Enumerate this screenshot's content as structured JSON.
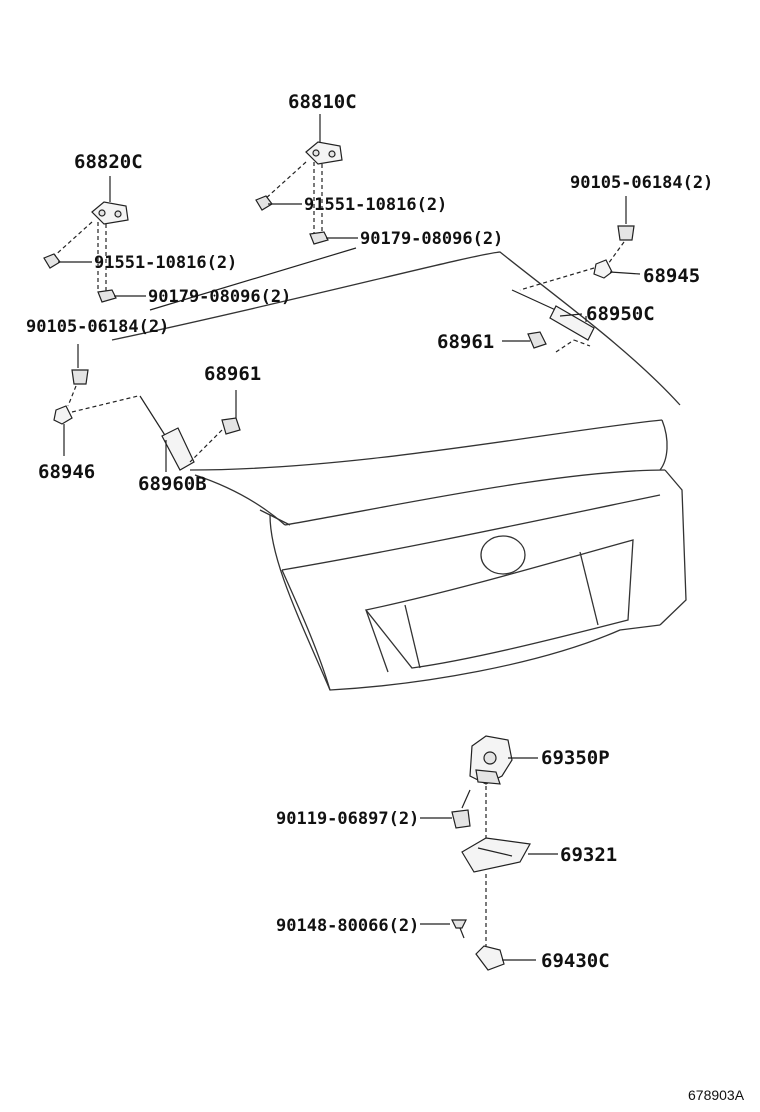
{
  "diagram_code": "678903A",
  "labels": {
    "p68810C": "68810C",
    "p68820C": "68820C",
    "p90105_top_right": "90105-06184(2)",
    "p91551_mid": "91551-10816(2)",
    "p90179_mid": "90179-08096(2)",
    "p68945": "68945",
    "p91551_left": "91551-10816(2)",
    "p90179_left": "90179-08096(2)",
    "p68950C": "68950C",
    "p90105_left": "90105-06184(2)",
    "p68961_right": "68961",
    "p68961_left": "68961",
    "p68946": "68946",
    "p68960B": "68960B",
    "p69350P": "69350P",
    "p90119": "90119-06897(2)",
    "p69321": "69321",
    "p90148": "90148-80066(2)",
    "p69430C": "69430C"
  }
}
